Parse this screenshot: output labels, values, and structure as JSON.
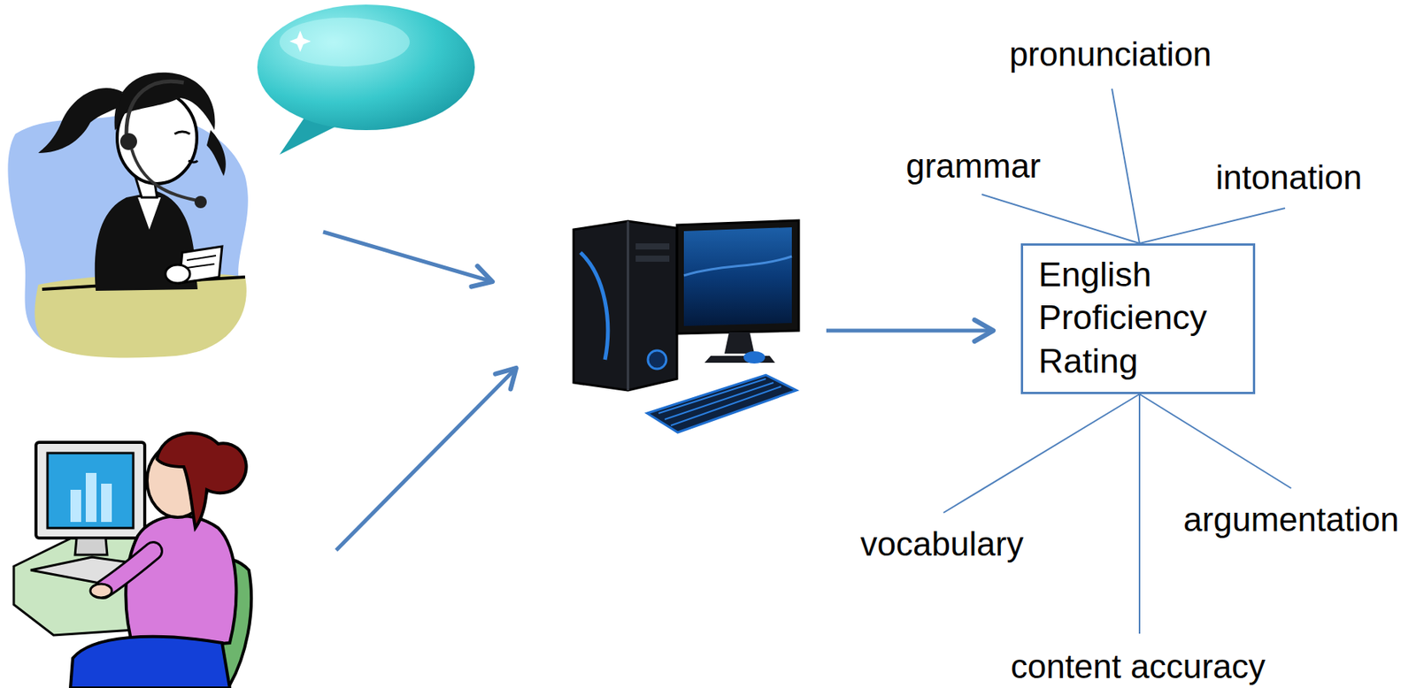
{
  "diagram": {
    "nodes": [
      {
        "text": [
          "English Proficiency Rating"
        ]
      }
    ],
    "labels": [
      "pronunciation",
      "grammar",
      "intonation",
      "vocabulary",
      "argumentation",
      "content accuracy"
    ]
  }
}
